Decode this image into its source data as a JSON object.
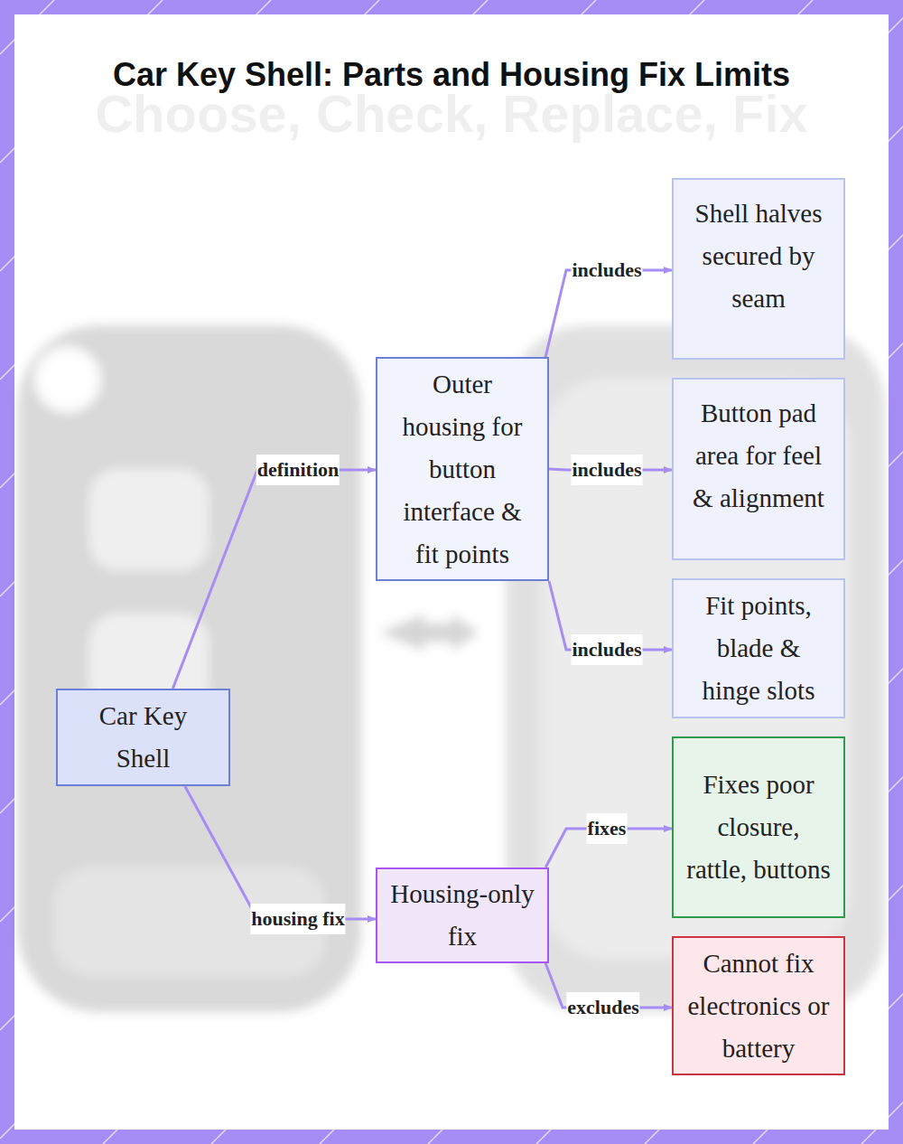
{
  "diagram": {
    "title": "Car Key Shell: Parts and Housing Fix Limits",
    "nodes": [
      {
        "text": [
          "Car Key Shell"
        ]
      },
      {
        "text": [
          "Outer housing for button interface & fit points"
        ]
      },
      {
        "text": [
          "Shell halves secured by seam"
        ]
      },
      {
        "text": [
          "Button pad area for feel & alignment"
        ]
      },
      {
        "text": [
          "Fit points, blade & hinge slots"
        ]
      },
      {
        "text": [
          "Housing-only fix"
        ]
      },
      {
        "text": [
          "Fixes poor closure, rattle, buttons"
        ]
      },
      {
        "text": [
          "Cannot fix electronics or battery"
        ]
      }
    ],
    "edges": [
      {
        "from": 0,
        "to": 1,
        "label": "definition",
        "arrow": "to"
      },
      {
        "from": 1,
        "to": 2,
        "label": "includes",
        "arrow": "to"
      },
      {
        "from": 1,
        "to": 3,
        "label": "includes",
        "arrow": "to"
      },
      {
        "from": 1,
        "to": 4,
        "label": "includes",
        "arrow": "to"
      },
      {
        "from": 0,
        "to": 5,
        "label": "housing fix",
        "arrow": "to"
      },
      {
        "from": 5,
        "to": 6,
        "label": "fixes",
        "arrow": "to"
      },
      {
        "from": 5,
        "to": 7,
        "label": "excludes",
        "arrow": "to"
      }
    ],
    "labels": [
      "Choose, Check, Replace, Fix"
    ]
  }
}
